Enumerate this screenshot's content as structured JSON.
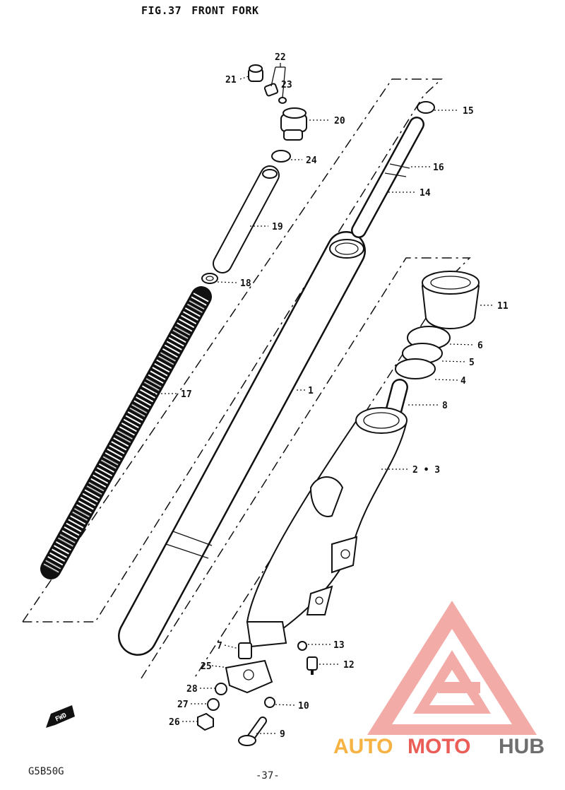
{
  "figure": {
    "number": "FIG.37",
    "title": "FRONT FORK"
  },
  "footer": {
    "code": "G5B50G",
    "page": "-37-"
  },
  "fwd_label": "FWD",
  "watermark": {
    "text_a": "AUTO",
    "text_b": "MOTO",
    "text_c": "HUB",
    "color_red": "#e8413a",
    "color_orange": "#f5a623",
    "color_gray": "#555555"
  },
  "callouts": [
    {
      "id": "22",
      "label": "22"
    },
    {
      "id": "21",
      "label": "21"
    },
    {
      "id": "23",
      "label": "23"
    },
    {
      "id": "20",
      "label": "20"
    },
    {
      "id": "24",
      "label": "24"
    },
    {
      "id": "19",
      "label": "19"
    },
    {
      "id": "18",
      "label": "18"
    },
    {
      "id": "17",
      "label": "17"
    },
    {
      "id": "15",
      "label": "15"
    },
    {
      "id": "16",
      "label": "16"
    },
    {
      "id": "14",
      "label": "14"
    },
    {
      "id": "11",
      "label": "11"
    },
    {
      "id": "6",
      "label": "6"
    },
    {
      "id": "5",
      "label": "5"
    },
    {
      "id": "4",
      "label": "4"
    },
    {
      "id": "8",
      "label": "8"
    },
    {
      "id": "1",
      "label": "1"
    },
    {
      "id": "2-3",
      "label": "2 • 3"
    },
    {
      "id": "7",
      "label": "7"
    },
    {
      "id": "13",
      "label": "13"
    },
    {
      "id": "12",
      "label": "12"
    },
    {
      "id": "25",
      "label": "25"
    },
    {
      "id": "28",
      "label": "28"
    },
    {
      "id": "27",
      "label": "27"
    },
    {
      "id": "10",
      "label": "10"
    },
    {
      "id": "26",
      "label": "26"
    },
    {
      "id": "9",
      "label": "9"
    }
  ]
}
